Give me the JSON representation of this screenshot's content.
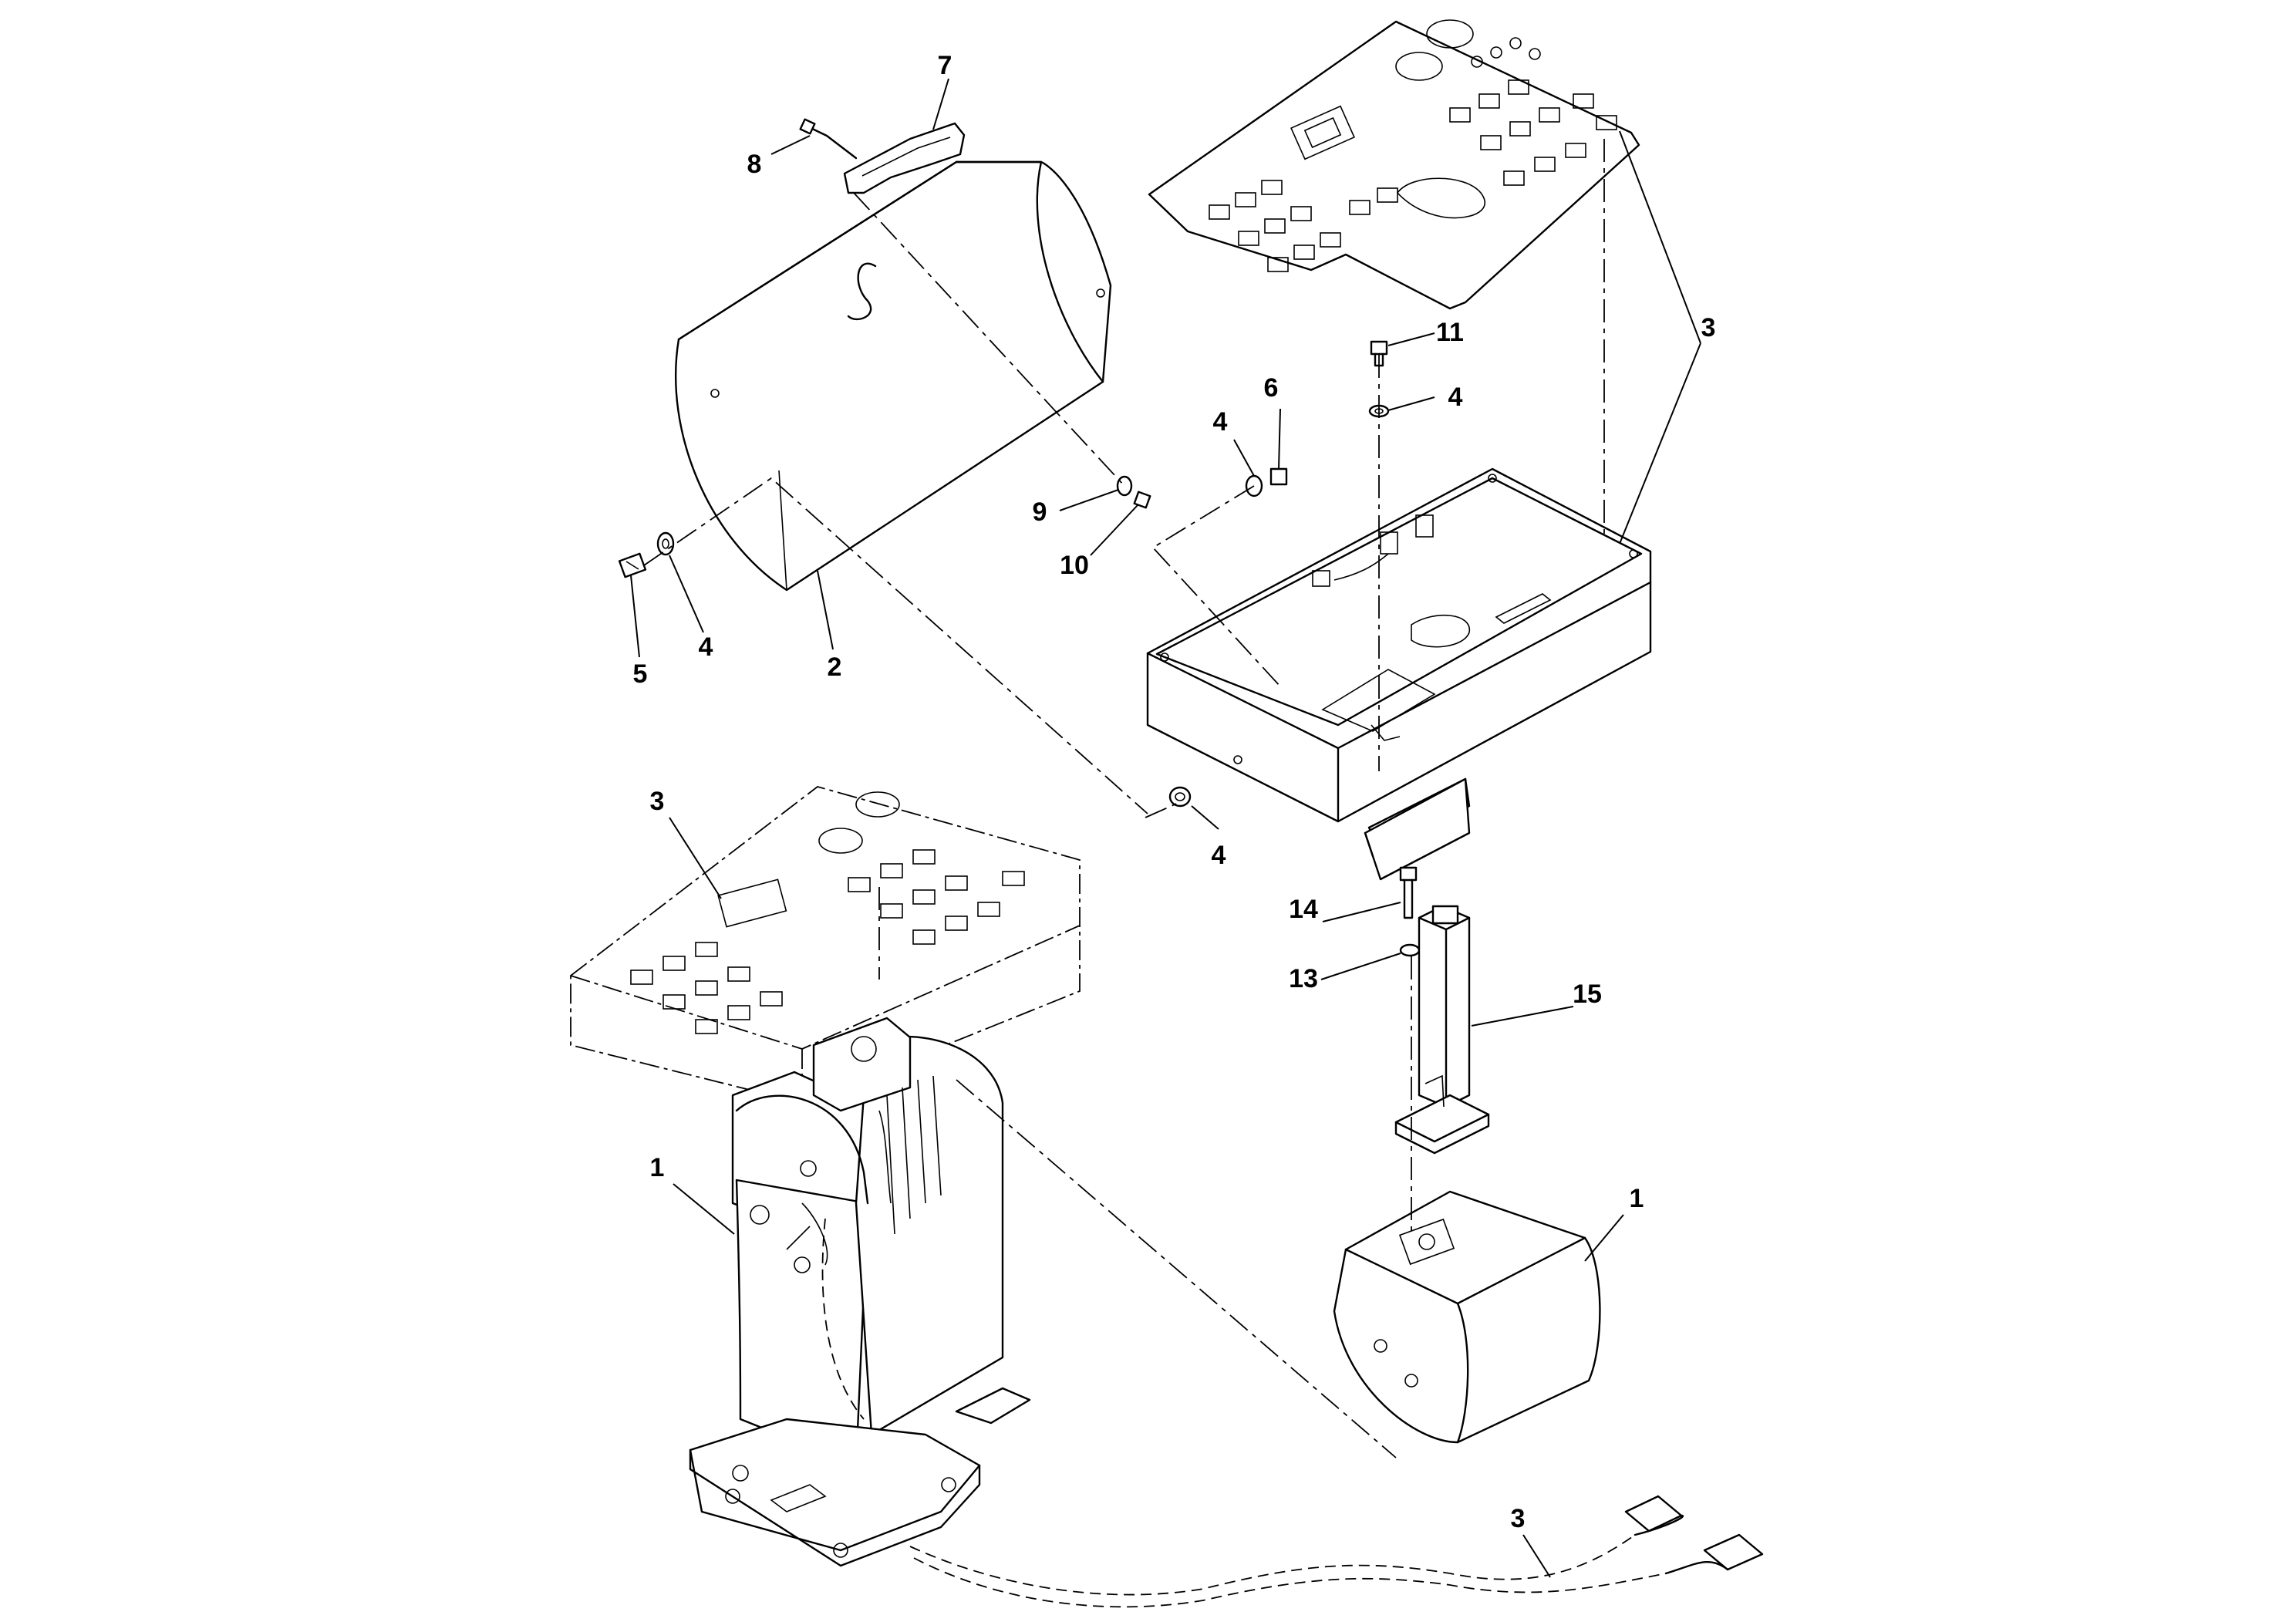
{
  "callouts": [
    {
      "id": "c7",
      "label": "7"
    },
    {
      "id": "c8",
      "label": "8"
    },
    {
      "id": "c5",
      "label": "5"
    },
    {
      "id": "c4a",
      "label": "4"
    },
    {
      "id": "c2",
      "label": "2"
    },
    {
      "id": "c9",
      "label": "9"
    },
    {
      "id": "c10",
      "label": "10"
    },
    {
      "id": "c4b",
      "label": "4"
    },
    {
      "id": "c6",
      "label": "6"
    },
    {
      "id": "c11",
      "label": "11"
    },
    {
      "id": "c4c",
      "label": "4"
    },
    {
      "id": "c3a",
      "label": "3"
    },
    {
      "id": "c4d",
      "label": "4"
    },
    {
      "id": "c3b",
      "label": "3"
    },
    {
      "id": "c14",
      "label": "14"
    },
    {
      "id": "c13",
      "label": "13"
    },
    {
      "id": "c15",
      "label": "15"
    },
    {
      "id": "c1a",
      "label": "1"
    },
    {
      "id": "c1b",
      "label": "1"
    },
    {
      "id": "c3c",
      "label": "3"
    }
  ]
}
